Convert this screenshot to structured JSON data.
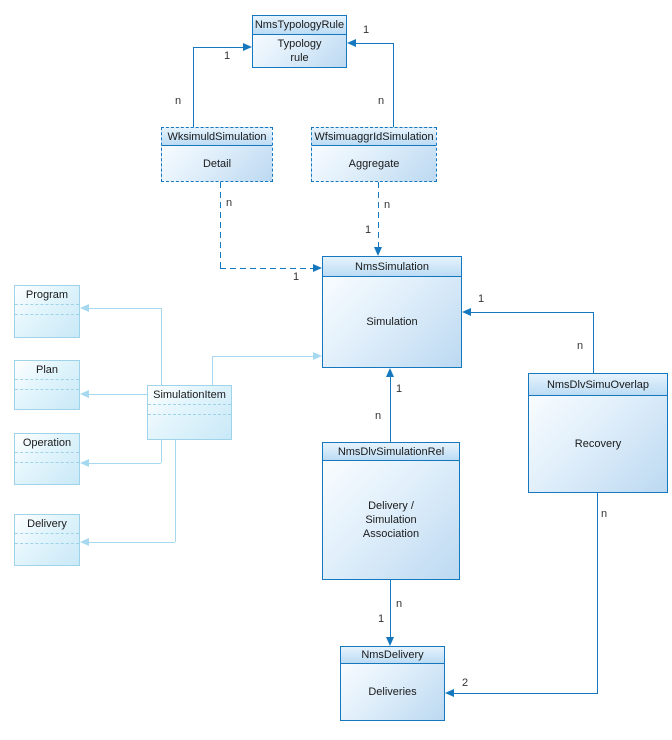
{
  "entities": {
    "typology_rule": {
      "title": "NmsTypologyRule",
      "body": "Typology rule"
    },
    "wk_detail": {
      "title": "WksimuldSimulation",
      "body": "Detail"
    },
    "wf_aggregate": {
      "title": "WfsimuaggrIdSimulation",
      "body": "Aggregate"
    },
    "simulation": {
      "title": "NmsSimulation",
      "body": "Simulation"
    },
    "overlap": {
      "title": "NmsDlvSimuOverlap",
      "body": "Recovery"
    },
    "rel": {
      "title": "NmsDlvSimulationRel",
      "body": "Delivery / Simulation Association"
    },
    "nms_delivery": {
      "title": "NmsDelivery",
      "body": "Deliveries"
    },
    "program": {
      "title": "Program"
    },
    "plan": {
      "title": "Plan"
    },
    "operation": {
      "title": "Operation"
    },
    "delivery": {
      "title": "Delivery"
    },
    "simulation_item": {
      "title": "SimulationItem"
    }
  },
  "multiplicities": {
    "detail_rule_n": "n",
    "detail_rule_1": "1",
    "aggregate_rule_n": "n",
    "aggregate_rule_1": "1",
    "detail_simulation_n": "n",
    "detail_simulation_1": "1",
    "aggregate_simulation_n": "n",
    "aggregate_simulation_1": "1",
    "overlap_simulation_n": "n",
    "overlap_simulation_1": "1",
    "rel_simulation_n": "n",
    "rel_simulation_1": "1",
    "rel_delivery_n": "n",
    "rel_delivery_1": "1",
    "overlap_delivery_n": "n",
    "overlap_delivery_2": "2"
  },
  "colors": {
    "connector": "#1578BE",
    "connector_light": "#A6D9EF",
    "entity_border": "#1578BE",
    "light_border": "#9FD3EA",
    "header_fill_top": "#E6F3FD",
    "header_fill_bottom": "#BCDCF4",
    "canvas_background": "#FFFFFF"
  }
}
